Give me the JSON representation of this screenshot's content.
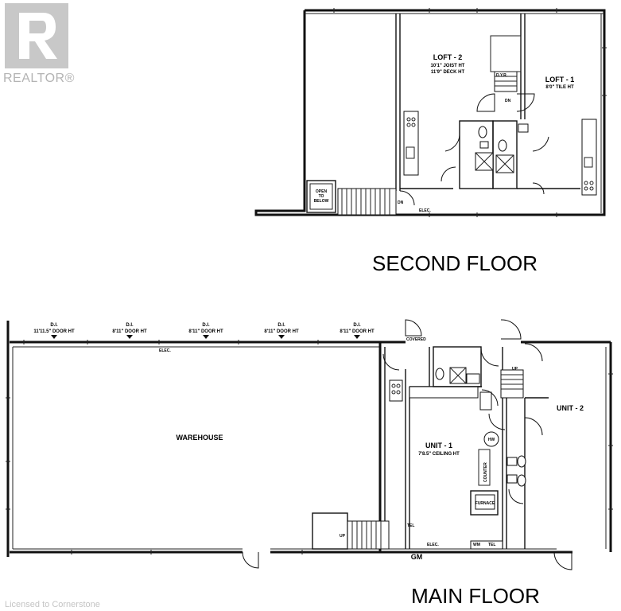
{
  "watermark": {
    "brand": "REALTOR®",
    "credit": "Licensed to Cornerstone"
  },
  "second_floor": {
    "title": "SECOND FLOOR",
    "loft2": {
      "name": "LOFT - 2",
      "line1": "10'1\" JOIST HT",
      "line2": "11'9\" DECK HT"
    },
    "loft1": {
      "name": "LOFT - 1",
      "line1": "8'0\" TILE HT"
    },
    "open_to_below": [
      "OPEN",
      "TO",
      "BELOW"
    ],
    "elec": "ELEC.",
    "dn1": "DN",
    "dn2": "DN",
    "dyr": "D.Y.R."
  },
  "main_floor": {
    "title": "MAIN FLOOR",
    "warehouse": "WAREHOUSE",
    "doors": [
      {
        "tag": "D.I.",
        "height": "11'11.5\" DOOR HT"
      },
      {
        "tag": "D.I.",
        "height": "8'11\" DOOR HT"
      },
      {
        "tag": "D.I.",
        "height": "8'11\" DOOR HT"
      },
      {
        "tag": "D.I.",
        "height": "8'11\" DOOR HT"
      },
      {
        "tag": "D.I.",
        "height": "8'11\" DOOR HT"
      }
    ],
    "elec_top": "ELEC.",
    "covered": "COVERED",
    "unit1": {
      "name": "UNIT - 1",
      "line1": "7'8.5\" CEILING HT"
    },
    "unit2": "UNIT - 2",
    "hw": "HW",
    "counter": "COUNTER",
    "furnace": "FURNACE",
    "tel": "TEL",
    "elec_bottom": "ELEC.",
    "wm": "WM",
    "tel2": "TEL",
    "gm": "GM",
    "up1": "UP",
    "up2": "UP"
  }
}
